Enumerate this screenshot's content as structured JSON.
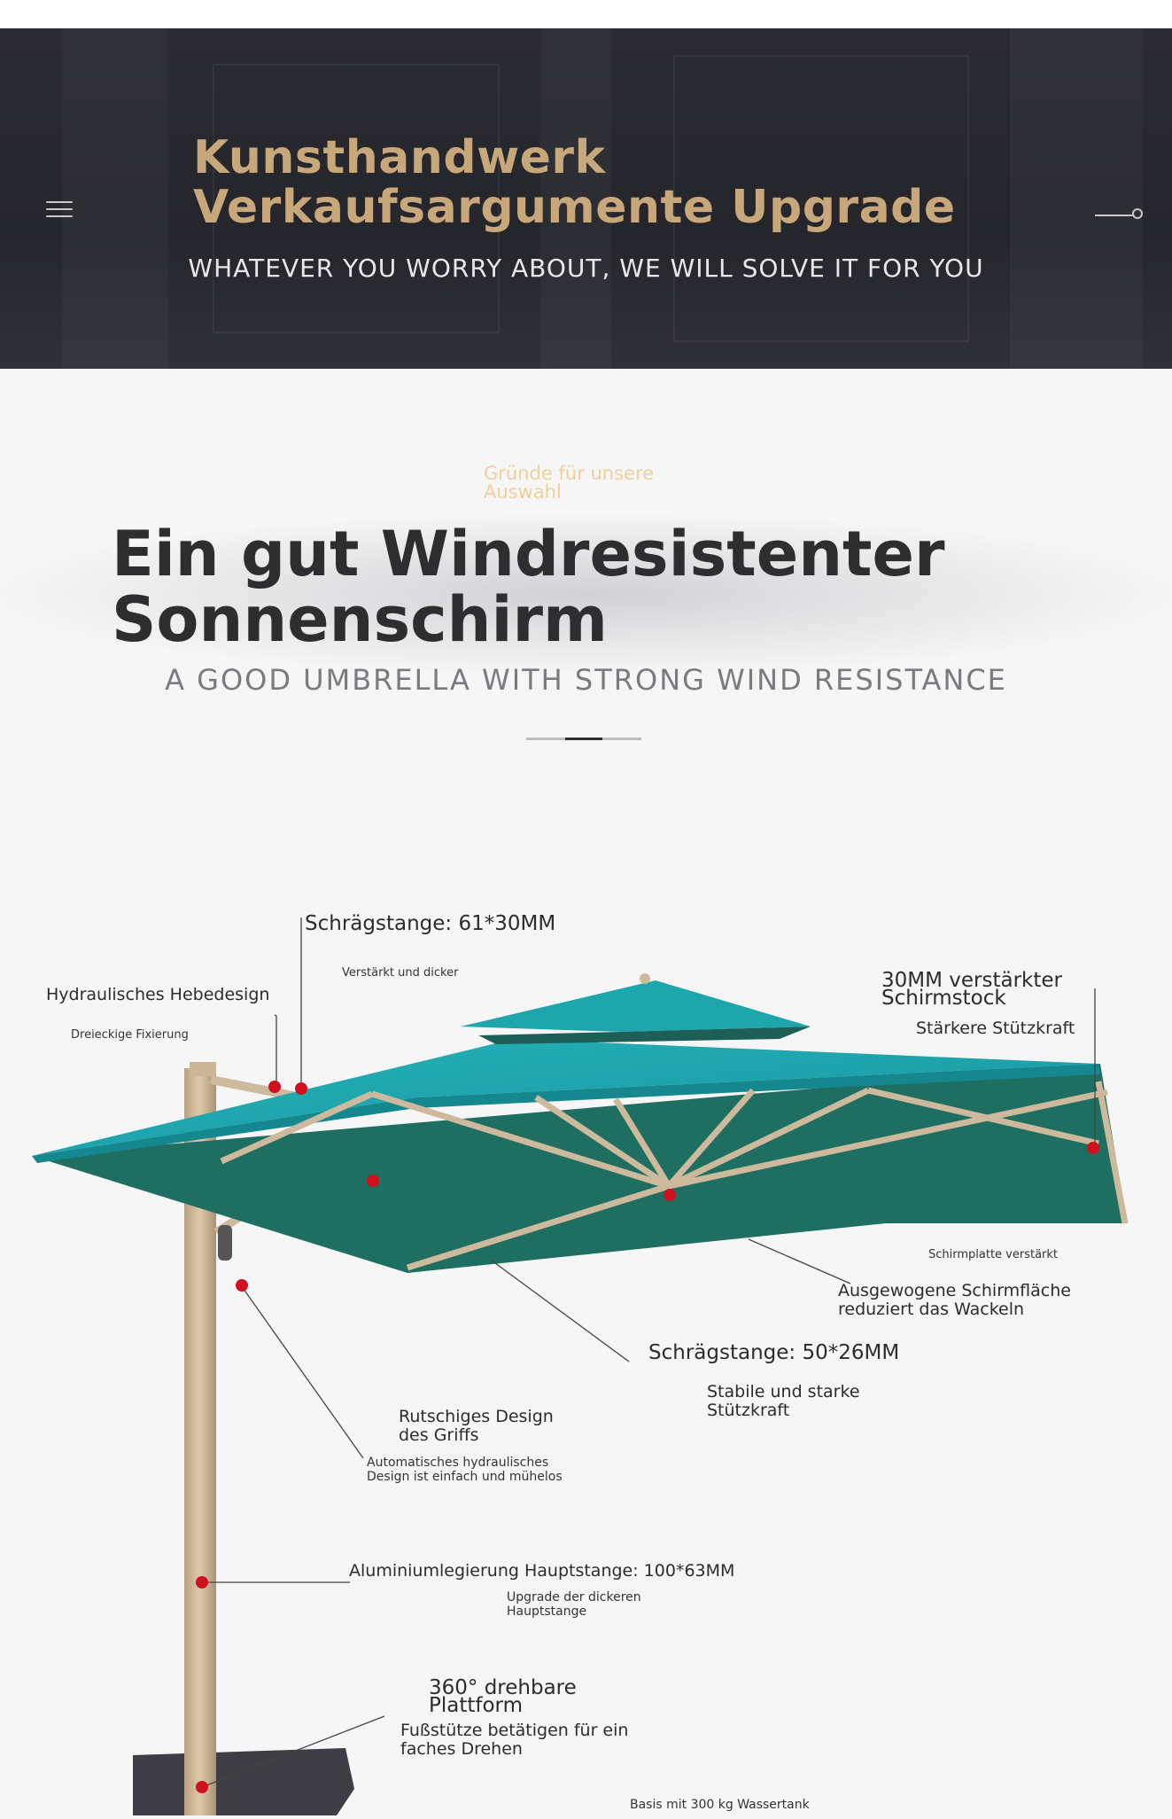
{
  "banner": {
    "title": "Kunsthandwerk Verkaufsargumente Upgrade",
    "subtitle": "WHATEVER YOU WORRY ABOUT, WE WILL SOLVE IT FOR YOU",
    "menu_icon": "hamburger-icon",
    "next_icon": "arrow-right-icon"
  },
  "section": {
    "eyebrow": "Gründe für unsere Auswahl",
    "title": "Ein gut Windresistenter Sonnenschirm",
    "subtitle": "A GOOD UMBRELLA WITH STRONG WIND RESISTANCE"
  },
  "colors": {
    "accent_gold": "#c8a77a",
    "eyebrow": "#f0cf9c",
    "canopy": "#1aa0a6",
    "canopy_dark": "#1e6b60",
    "frame": "#cdb99b",
    "marker": "#d0101c"
  },
  "callouts": {
    "hebedesign_title": "Hydraulisches Hebedesign",
    "hebedesign_desc": "Dreieckige Fixierung",
    "schraeg61_title": "Schrägstange: 61*30MM",
    "schraeg61_desc": "Verstärkt und dicker",
    "schirmstock_title": "30MM verstärkter Schirmstock",
    "schirmstock_desc": "Stärkere Stützkraft",
    "schirmplatte": "Schirmplatte verstärkt",
    "schirmflaeche": "Ausgewogene Schirmfläche\n reduziert das Wackeln",
    "schraeg50_title": "Schrägstange: 50*26MM",
    "schraeg50_desc": "Stabile und starke Stützkraft",
    "griff_title": "Rutschiges Design\n des Griffs",
    "griff_desc": "Automatisches hydraulisches Design ist einfach und mühelos",
    "haupt_title": "Aluminiumlegierung Hauptstange: 100*63MM",
    "haupt_desc": "Upgrade der dickeren Hauptstange",
    "plattform_title": "360° drehbare Plattform",
    "plattform_desc": "Fußstütze betätigen für ein\nfaches Drehen",
    "basis": "Basis mit 300 kg Wassertank"
  }
}
